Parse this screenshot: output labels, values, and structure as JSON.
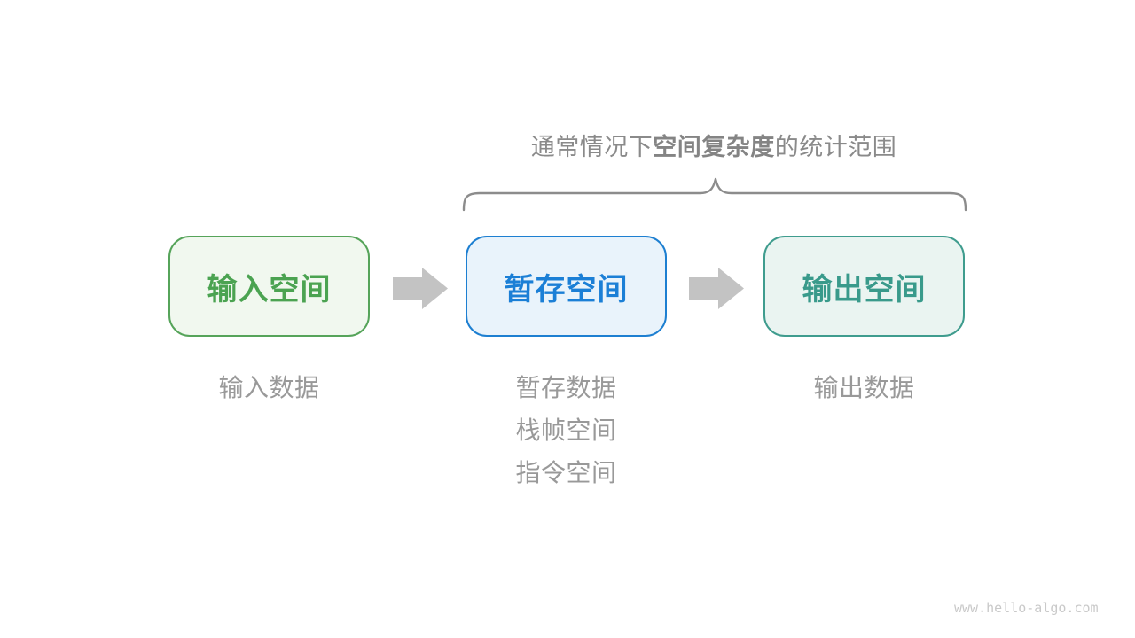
{
  "page": {
    "background": "#ffffff",
    "watermark": "www.hello-algo.com"
  },
  "title": {
    "prefix": "通常情况下",
    "emphasis": "空间复杂度",
    "suffix": "的统计范围",
    "color": "#8a8a8a"
  },
  "brace": {
    "color": "#8c8c8c",
    "spans_boxes": [
      "暂存空间",
      "输出空间"
    ]
  },
  "boxes": [
    {
      "id": "input-space",
      "label": "输入空间",
      "border_color": "#56a45a",
      "background": "#f1f8ef",
      "text_color": "#4ba351"
    },
    {
      "id": "temp-space",
      "label": "暂存空间",
      "border_color": "#1d7fd1",
      "background": "#e9f3fb",
      "text_color": "#1b7fd6"
    },
    {
      "id": "output-space",
      "label": "输出空间",
      "border_color": "#3f9c8e",
      "background": "#eaf4f1",
      "text_color": "#399a8b"
    }
  ],
  "arrows": {
    "color": "#c3c3c3",
    "count": 2
  },
  "annotations": {
    "color": "#999999",
    "input": [
      "输入数据"
    ],
    "temp": [
      "暂存数据",
      "栈帧空间",
      "指令空间"
    ],
    "output": [
      "输出数据"
    ]
  }
}
